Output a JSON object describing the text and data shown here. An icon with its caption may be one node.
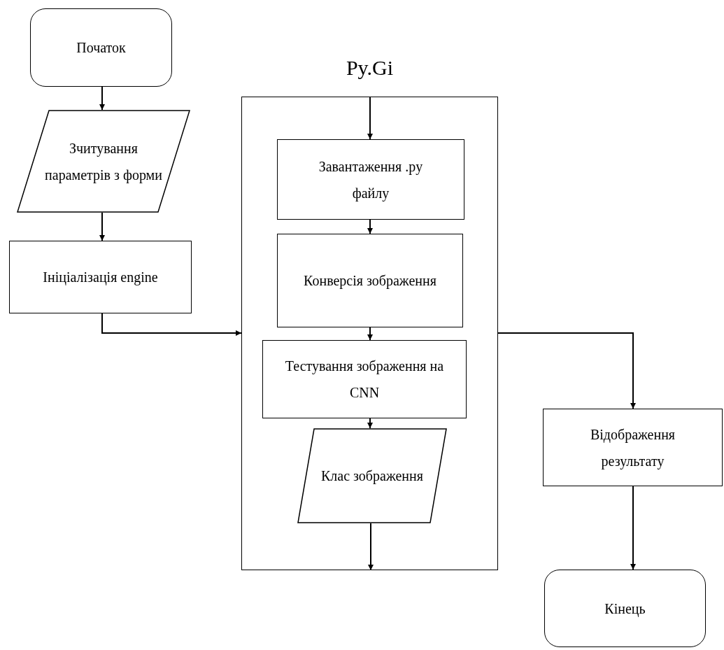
{
  "diagram": {
    "nodes": [
      {
        "text": [
          "Початок"
        ]
      },
      {
        "text": [
          "Зчитування параметрів з форми"
        ]
      },
      {
        "text": [
          "Ініціалізація engine"
        ]
      },
      {
        "text": [
          "Py.Gi"
        ]
      },
      {
        "text": [
          "Завантаження .py файлу"
        ],
        "in": 3
      },
      {
        "text": [
          "Конверсія зображення"
        ],
        "in": 3
      },
      {
        "text": [
          "Тестування зображення на CNN"
        ],
        "in": 3
      },
      {
        "text": [
          "Клас зображення"
        ],
        "in": 3
      },
      {
        "text": [
          "Відображення результату"
        ]
      },
      {
        "text": [
          "Кінець"
        ]
      }
    ],
    "edges": [
      {
        "from": 0,
        "to": 1,
        "arrow": "to"
      },
      {
        "from": 1,
        "to": 2,
        "arrow": "to"
      },
      {
        "from": 2,
        "to": 3,
        "arrow": "to"
      },
      {
        "from": null,
        "to": 4,
        "arrow": "to"
      },
      {
        "from": 4,
        "to": 5,
        "arrow": "to"
      },
      {
        "from": 5,
        "to": 6,
        "arrow": "to"
      },
      {
        "from": 6,
        "to": 7,
        "arrow": "to"
      },
      {
        "from": 7,
        "to": null,
        "arrow": "to"
      },
      {
        "from": 3,
        "to": 8,
        "arrow": "to"
      },
      {
        "from": 8,
        "to": 9,
        "arrow": "to"
      }
    ]
  }
}
